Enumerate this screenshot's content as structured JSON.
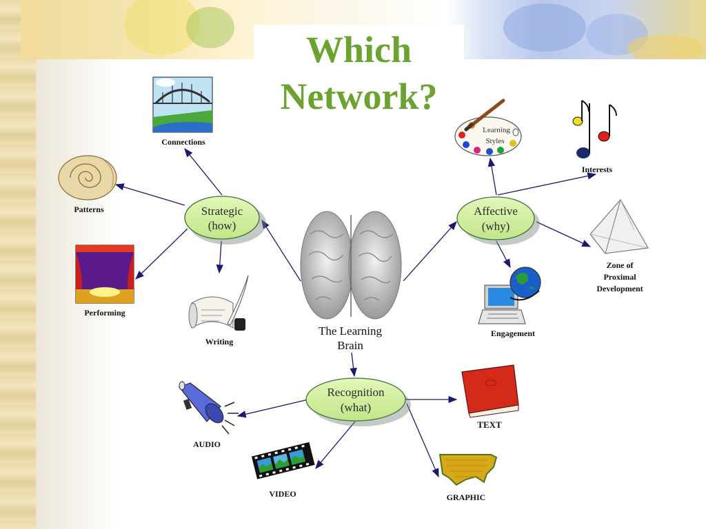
{
  "slide": {
    "title_line1": "Which",
    "title_line2": "Network?"
  },
  "center": {
    "label_line1": "The Learning",
    "label_line2": "Brain"
  },
  "nodes": {
    "strategic": {
      "line1": "Strategic",
      "line2": "(how)"
    },
    "affective": {
      "line1": "Affective",
      "line2": "(why)"
    },
    "recognition": {
      "line1": "Recognition",
      "line2": "(what)"
    }
  },
  "items": {
    "connections": "Connections",
    "patterns": "Patterns",
    "performing": "Performing",
    "writing": "Writing",
    "learning_styles_line1": "Learning",
    "learning_styles_line2": "Styles",
    "interests": "Interests",
    "zpd_line1": "Zone of",
    "zpd_line2": "Proximal",
    "zpd_line3": "Development",
    "engagement": "Engagement",
    "text": "TEXT",
    "audio": "AUDIO",
    "video": "VIDEO",
    "graphic": "GRAPHIC"
  },
  "colors": {
    "title": "#6ba230",
    "node_fill": "#d4f0a0",
    "arrow": "#1a1a6e"
  }
}
